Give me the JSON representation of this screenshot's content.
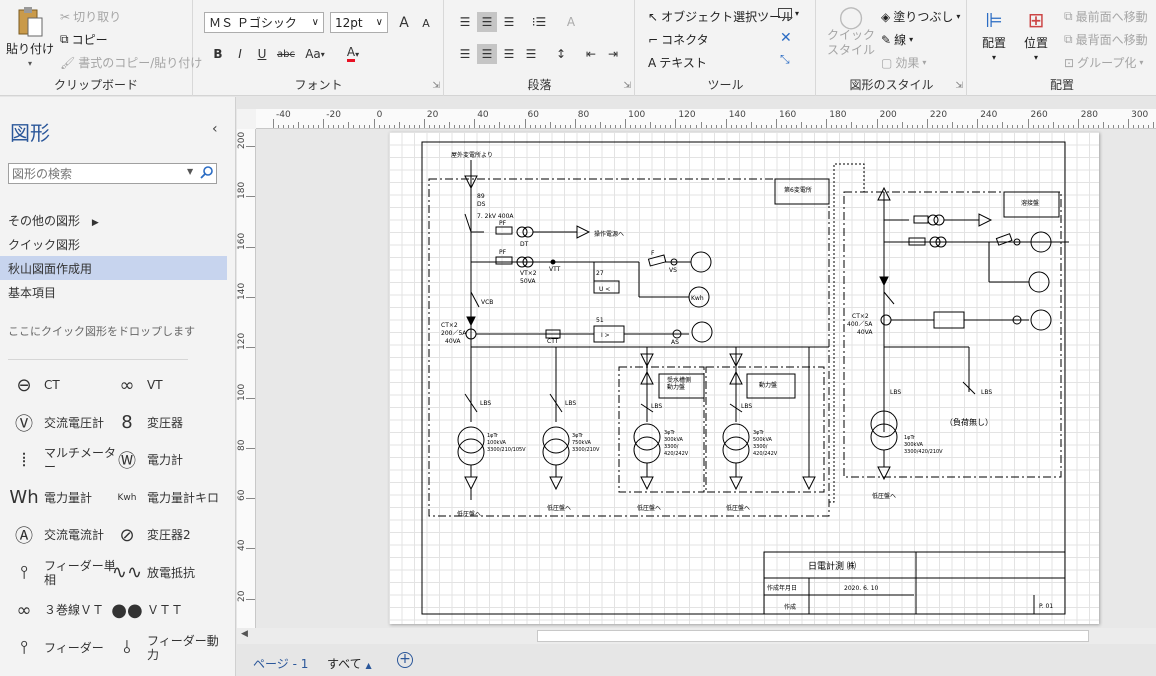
{
  "ribbon": {
    "clipboard": {
      "paste": "貼り付け",
      "cut": "切り取り",
      "copy": "コピー",
      "format_copy": "書式のコピー/貼り付け",
      "label": "クリップボード"
    },
    "font": {
      "family": "ＭＳ Ｐゴシック",
      "size": "12pt",
      "bold": "B",
      "italic": "I",
      "underline": "U",
      "strike": "abc",
      "case": "Aa",
      "color_a": "A",
      "grow": "A",
      "shrink": "A",
      "label": "フォント"
    },
    "paragraph": {
      "label": "段落"
    },
    "tools": {
      "select": "オブジェクト選択ツール",
      "connector": "コネクタ",
      "text": "テキスト",
      "label": "ツール"
    },
    "styles": {
      "quick": "クイック\nスタイル",
      "fill": "塗りつぶし",
      "line": "線",
      "effect": "効果",
      "label": "図形のスタイル"
    },
    "arrange": {
      "align": "配置",
      "position": "位置",
      "front": "最前面へ移動",
      "back": "最背面へ移動",
      "group": "グループ化",
      "label": "配置"
    }
  },
  "panel": {
    "title": "図形",
    "search_placeholder": "図形の検索",
    "items": [
      "その他の図形",
      "クイック図形",
      "秋山図面作成用",
      "基本項目"
    ],
    "drop_hint": "ここにクイック図形をドロップします",
    "shapes": [
      {
        "label": "CT",
        "icon": "ct-icon"
      },
      {
        "label": "VT",
        "icon": "vt-icon"
      },
      {
        "label": "交流電圧計",
        "icon": "voltmeter-icon"
      },
      {
        "label": "変圧器",
        "icon": "transformer-icon"
      },
      {
        "label": "マルチメーター",
        "icon": "multimeter-icon"
      },
      {
        "label": "電力計",
        "icon": "wattmeter-icon"
      },
      {
        "label": "電力量計",
        "icon": "wh-meter-icon"
      },
      {
        "label": "電力量計キロ",
        "icon": "kwh-meter-icon"
      },
      {
        "label": "交流電流計",
        "icon": "ammeter-icon"
      },
      {
        "label": "変圧器2",
        "icon": "transformer2-icon"
      },
      {
        "label": "フィーダー単相",
        "icon": "feeder-single-icon"
      },
      {
        "label": "放電抵抗",
        "icon": "discharge-resistor-icon"
      },
      {
        "label": "３巻線ＶＴ",
        "icon": "three-winding-vt-icon"
      },
      {
        "label": "ＶＴＴ",
        "icon": "vtt-icon"
      },
      {
        "label": "フィーダー",
        "icon": "feeder-icon"
      },
      {
        "label": "フィーダー動力",
        "icon": "feeder-power-icon"
      }
    ]
  },
  "ruler": {
    "top": [
      "-40",
      "-20",
      "0",
      "20",
      "40",
      "60",
      "80",
      "100",
      "120",
      "140",
      "160",
      "180",
      "200",
      "220",
      "240",
      "260",
      "280",
      "300"
    ],
    "left": [
      "200",
      "180",
      "160",
      "140",
      "120",
      "100",
      "80",
      "60",
      "40",
      "20"
    ]
  },
  "diagram": {
    "labels": {
      "src": "屋外変電所より",
      "ds_num": "89",
      "ds": "DS",
      "rating": "7. 2kV 400A",
      "pf": "PF",
      "dt": "DT",
      "op_power": "操作電源へ",
      "vt2": "VT×2",
      "va50": "50VA",
      "vtt": "VTT",
      "f": "F",
      "vs": "VS",
      "r27": "27",
      "uv": "U <",
      "kwh": "Kwh",
      "vcb": "VCB",
      "ct": "CT×2",
      "ct_ratio": "200／5A",
      "ct_va": "40VA",
      "ctt": "CTT",
      "r51": "51",
      "i_gt": "I >",
      "as": "AS",
      "lbs": "LBS",
      "pump": "受水槽側\n動力盤",
      "power_panel": "動力盤",
      "tr1": "1φTr\n100kVA\n3300/210/105V",
      "tr2": "3φTr\n750kVA\n3300/210V",
      "tr3": "3φTr\n300kVA\n3300/\n420/242V",
      "tr4": "3φTr\n500kVA\n3300/\n420/242V",
      "low1": "低圧盤へ",
      "sub6": "第6変電所",
      "next": "溶接盤",
      "ct_ratio2": "400／5A",
      "no_load": "（負荷無し）",
      "tr5": "1φTr\n300kVA\n3300/420/210V"
    },
    "title_block": {
      "title": "日電計測 ㈱",
      "date_label": "作成年月日",
      "date": "2020. 6. 10",
      "author_label": "作成",
      "page": "P. 01"
    }
  },
  "tabs": {
    "page": "ページ - 1",
    "all": "すべて"
  }
}
